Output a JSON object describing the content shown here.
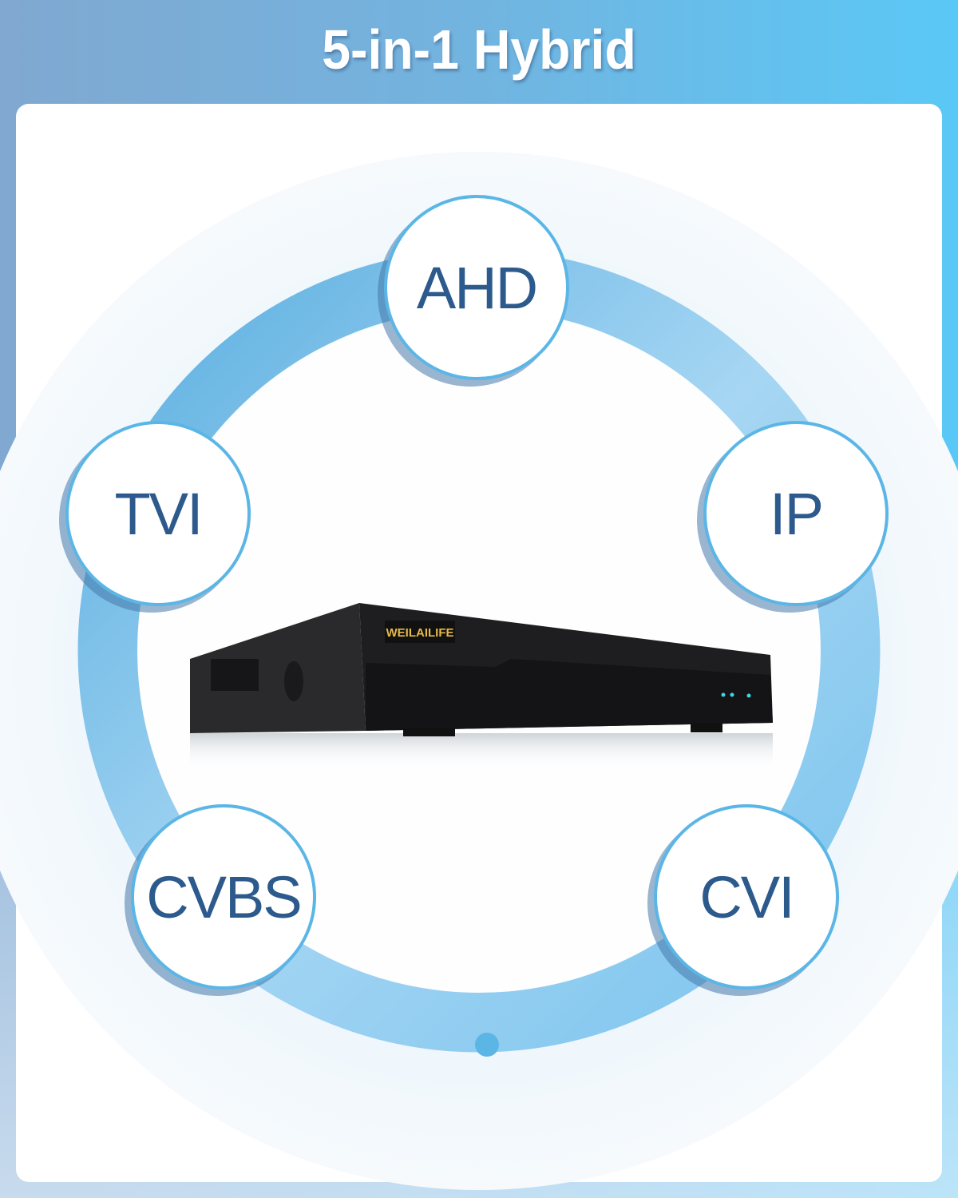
{
  "title": "5-in-1 Hybrid",
  "formats": [
    "AHD",
    "TVI",
    "IP",
    "CVBS",
    "CVI"
  ],
  "product": {
    "brand": "WEILAILIFE"
  },
  "colors": {
    "accent": "#5bb6e6",
    "text": "#2c5a8c"
  }
}
